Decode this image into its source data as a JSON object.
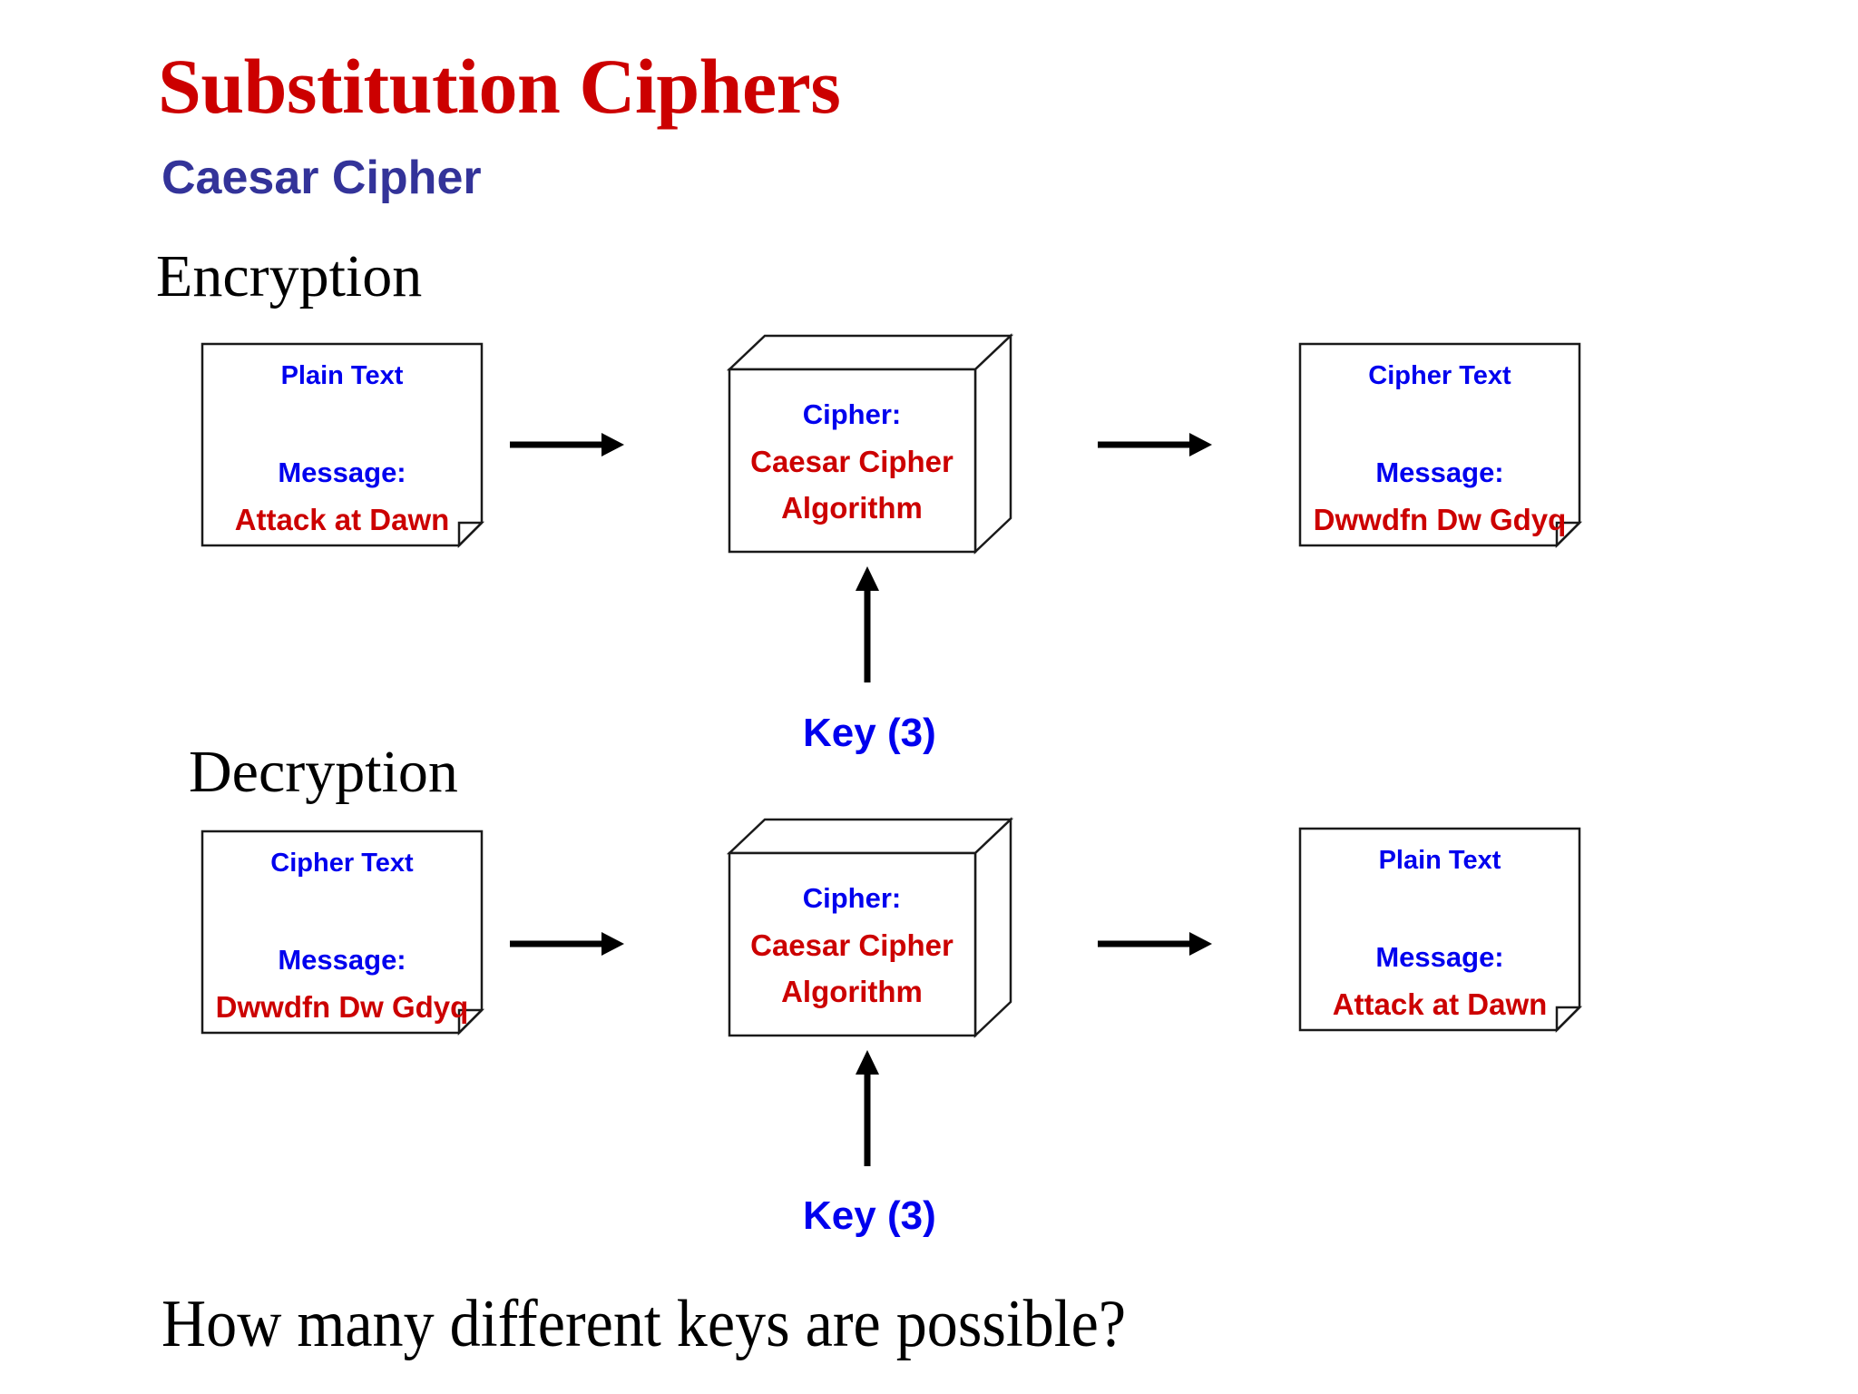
{
  "slide": {
    "title": "Substitution Ciphers",
    "subtitle": "Caesar Cipher",
    "footer_question": "How many different keys are possible?"
  },
  "colors": {
    "title_red": "#CC0000",
    "subtitle_blue": "#333399",
    "label_blue": "#0000EE",
    "value_red": "#CC0000",
    "outline_black": "#000000",
    "background": "#FFFFFF"
  },
  "encryption": {
    "heading": "Encryption",
    "input_doc": {
      "title": "Plain Text",
      "message_label": "Message:",
      "message_value": "Attack at Dawn"
    },
    "process": {
      "label": "Cipher:",
      "algorithm_line1": "Caesar Cipher",
      "algorithm_line2": "Algorithm"
    },
    "output_doc": {
      "title": "Cipher Text",
      "message_label": "Message:",
      "message_value": "Dwwdfn Dw Gdyq"
    },
    "key_label": "Key (3)"
  },
  "decryption": {
    "heading": "Decryption",
    "input_doc": {
      "title": "Cipher Text",
      "message_label": "Message:",
      "message_value": "Dwwdfn Dw Gdyq"
    },
    "process": {
      "label": "Cipher:",
      "algorithm_line1": "Caesar Cipher",
      "algorithm_line2": "Algorithm"
    },
    "output_doc": {
      "title": "Plain Text",
      "message_label": "Message:",
      "message_value": "Attack at Dawn"
    },
    "key_label": "Key (3)"
  },
  "icons": {
    "document": "document-page-icon",
    "process_cube": "cube-3d-icon",
    "arrow_right": "arrow-right-icon",
    "arrow_up": "arrow-up-icon"
  }
}
